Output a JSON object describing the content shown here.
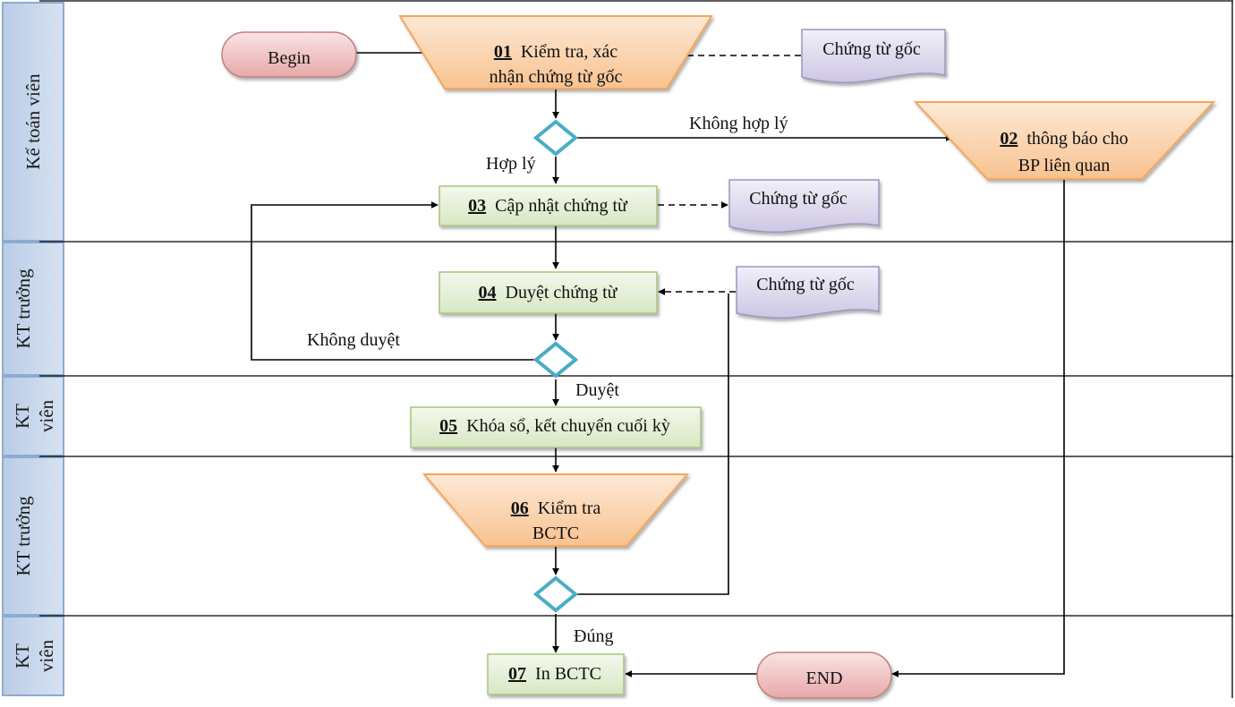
{
  "lanes": [
    {
      "label": "Kế toán viên"
    },
    {
      "label": "KT trưởng"
    },
    {
      "label_lines": [
        "KT",
        "viên"
      ]
    },
    {
      "label": "KT trưởng"
    },
    {
      "label_lines": [
        "KT",
        "viên"
      ]
    }
  ],
  "nodes": {
    "begin": {
      "label": "Begin"
    },
    "end": {
      "label": "END"
    },
    "step01": {
      "number": "01",
      "lines": [
        "Kiểm tra, xác",
        "nhận chứng từ gốc"
      ]
    },
    "step02": {
      "number": "02",
      "lines": [
        "thông báo cho",
        "BP liên quan"
      ]
    },
    "step03": {
      "number": "03",
      "label": "Cập nhật chứng từ"
    },
    "step04": {
      "number": "04",
      "label": "Duyệt chứng từ"
    },
    "step05": {
      "number": "05",
      "label": "Khóa sổ, kết chuyển cuối kỳ"
    },
    "step06": {
      "number": "06",
      "lines": [
        "Kiểm tra",
        "BCTC"
      ]
    },
    "step07": {
      "number": "07",
      "label": "In BCTC"
    },
    "doc_a": {
      "label": "Chứng từ gốc"
    },
    "doc_b": {
      "label": "Chứng từ gốc"
    },
    "doc_c": {
      "label": "Chứng từ gốc"
    }
  },
  "edge_labels": {
    "not_reasonable": "Không hợp lý",
    "reasonable": "Hợp lý",
    "not_approved": "Không duyệt",
    "approved": "Duyệt",
    "correct": "Đúng"
  },
  "colors": {
    "lane_fill": "#c6d5ea",
    "lane_border": "#8eaad0",
    "start_end_fill": "#efc0c1",
    "start_end_border": "#c08080",
    "manual_op_fill": "#fad5b0",
    "manual_op_border": "#f5a65b",
    "process_fill": "#e5efd6",
    "process_border": "#a6c47c",
    "document_fill": "#dcd8ec",
    "document_border": "#9d94c0",
    "decision_stroke": "#4aacc5",
    "line": "#000000"
  }
}
